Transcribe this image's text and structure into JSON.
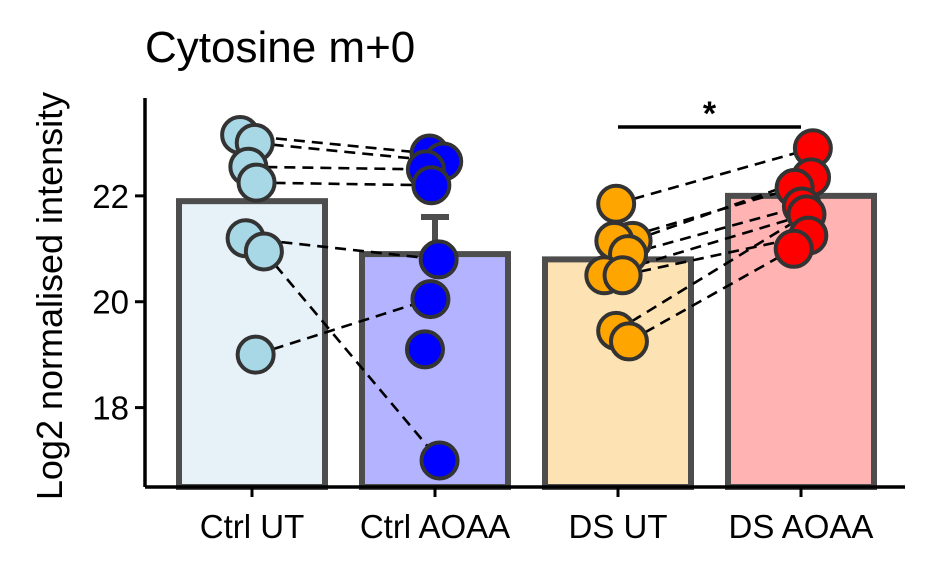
{
  "chart_data": {
    "type": "bar",
    "title": "Cytosine m+0",
    "xlabel": "",
    "ylabel": "Log2 normalised intensity",
    "ylim": [
      16.5,
      24.0
    ],
    "yticks": [
      18,
      20,
      22
    ],
    "categories": [
      "Ctrl UT",
      "Ctrl AOAA",
      "DS UT",
      "DS AOAA"
    ],
    "values": [
      21.9,
      20.9,
      20.8,
      22.0
    ],
    "error_upper": [
      null,
      21.6,
      null,
      null
    ],
    "colors": {
      "fill": [
        "#e6f1f8",
        "#b3b3ff",
        "#fde2b3",
        "#ffb3b3"
      ],
      "point": [
        "#a8d8e6",
        "#0000ff",
        "#ffa500",
        "#ff0000"
      ],
      "bar_outline": "#4d4d4d",
      "point_outline": "#333333"
    },
    "points": [
      [
        {
          "x": -0.13,
          "y": 23.15
        },
        {
          "x": 0.03,
          "y": 23.0
        },
        {
          "x": -0.04,
          "y": 22.55
        },
        {
          "x": 0.05,
          "y": 22.25
        },
        {
          "x": -0.07,
          "y": 21.2
        },
        {
          "x": 0.13,
          "y": 20.95
        },
        {
          "x": 0.04,
          "y": 19.0
        }
      ],
      [
        {
          "x": -0.06,
          "y": 22.8
        },
        {
          "x": 0.09,
          "y": 22.65
        },
        {
          "x": -0.1,
          "y": 22.5
        },
        {
          "x": -0.04,
          "y": 22.2
        },
        {
          "x": 0.04,
          "y": 20.8
        },
        {
          "x": -0.05,
          "y": 20.05
        },
        {
          "x": -0.11,
          "y": 19.1
        },
        {
          "x": 0.05,
          "y": 17.0
        }
      ],
      [
        {
          "x": -0.02,
          "y": 21.85
        },
        {
          "x": 0.16,
          "y": 21.15
        },
        {
          "x": -0.04,
          "y": 21.15
        },
        {
          "x": 0.11,
          "y": 20.9
        },
        {
          "x": -0.15,
          "y": 20.5
        },
        {
          "x": 0.05,
          "y": 20.5
        },
        {
          "x": -0.02,
          "y": 19.45
        },
        {
          "x": 0.12,
          "y": 19.25
        }
      ],
      [
        {
          "x": 0.13,
          "y": 22.9
        },
        {
          "x": 0.11,
          "y": 22.35
        },
        {
          "x": -0.07,
          "y": 22.15
        },
        {
          "x": 0.01,
          "y": 21.8
        },
        {
          "x": 0.06,
          "y": 21.65
        },
        {
          "x": 0.08,
          "y": 21.25
        },
        {
          "x": -0.08,
          "y": 21.0
        }
      ]
    ],
    "pairs": [
      {
        "from": [
          0,
          0
        ],
        "to": [
          1,
          0
        ]
      },
      {
        "from": [
          0,
          1
        ],
        "to": [
          1,
          1
        ]
      },
      {
        "from": [
          0,
          2
        ],
        "to": [
          1,
          2
        ]
      },
      {
        "from": [
          0,
          3
        ],
        "to": [
          1,
          3
        ]
      },
      {
        "from": [
          0,
          4
        ],
        "to": [
          1,
          4
        ]
      },
      {
        "from": [
          0,
          5
        ],
        "to": [
          1,
          7
        ]
      },
      {
        "from": [
          0,
          6
        ],
        "to": [
          1,
          5
        ]
      },
      {
        "from": [
          2,
          0
        ],
        "to": [
          3,
          0
        ]
      },
      {
        "from": [
          2,
          1
        ],
        "to": [
          3,
          1
        ]
      },
      {
        "from": [
          2,
          2
        ],
        "to": [
          3,
          2
        ]
      },
      {
        "from": [
          2,
          3
        ],
        "to": [
          3,
          3
        ]
      },
      {
        "from": [
          2,
          4
        ],
        "to": [
          3,
          4
        ]
      },
      {
        "from": [
          2,
          5
        ],
        "to": [
          3,
          5
        ]
      },
      {
        "from": [
          2,
          6
        ],
        "to": [
          3,
          4
        ]
      },
      {
        "from": [
          2,
          7
        ],
        "to": [
          3,
          6
        ]
      }
    ],
    "significance": [
      {
        "from": 2,
        "to": 3,
        "y": 23.3,
        "label": "*"
      }
    ],
    "grid": false,
    "legend": "none"
  }
}
